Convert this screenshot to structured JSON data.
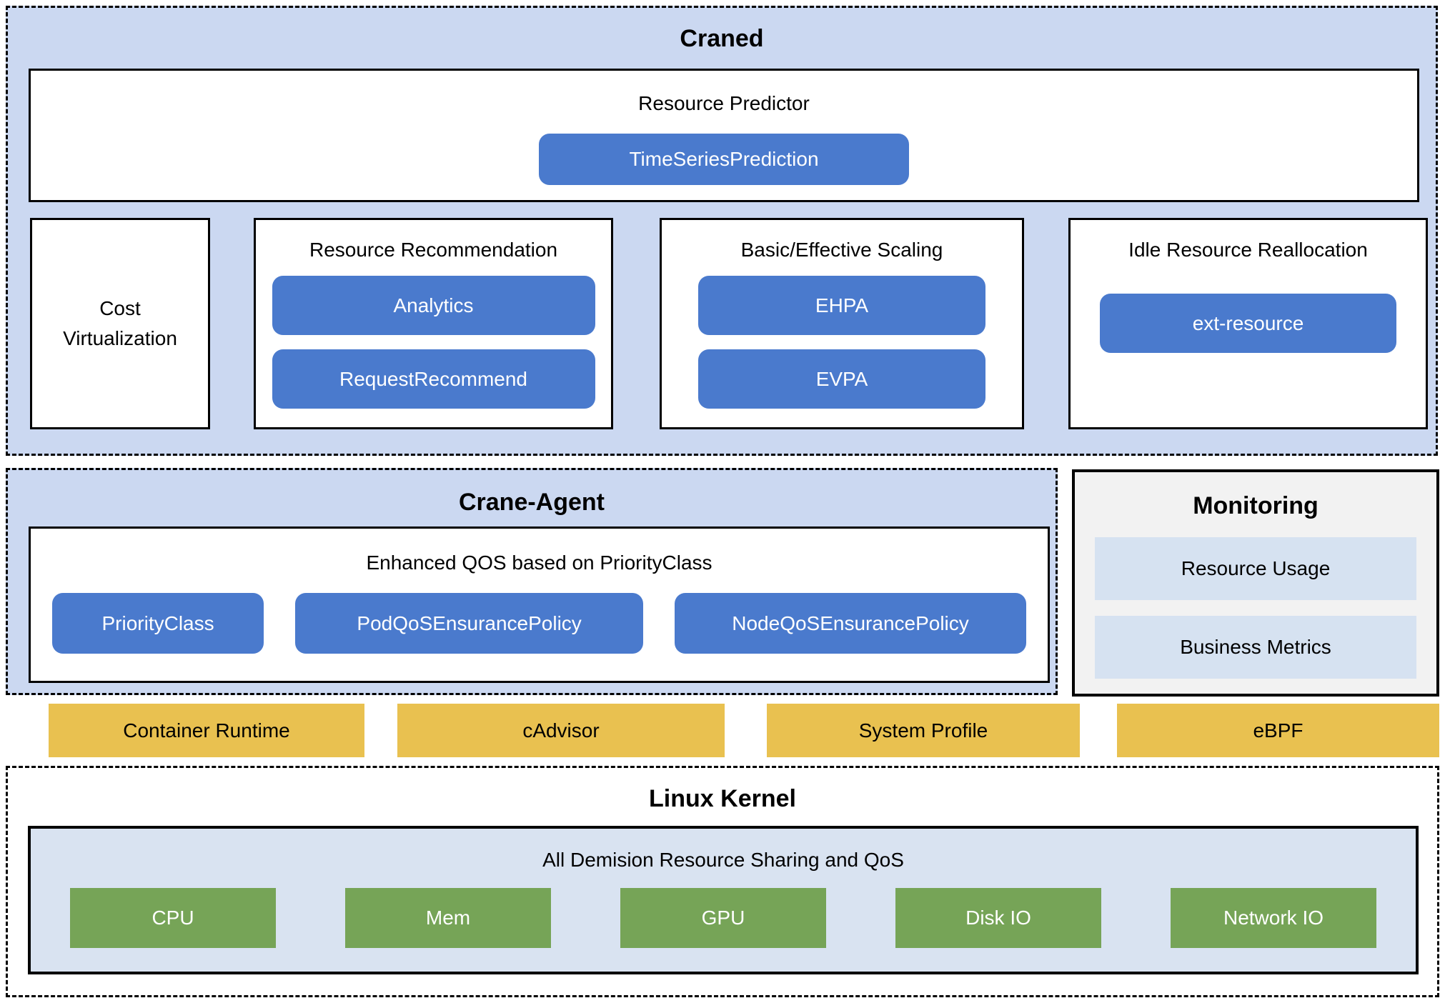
{
  "colors": {
    "section_bg": "#cbd8f1",
    "button_blue": "#4a7acd",
    "node_yellow": "#e9c150",
    "resource_green": "#76a457",
    "monitoring_bg": "#f2f2f2",
    "monitoring_item_bg": "#d6e2f1",
    "kernel_panel_bg": "#d9e3f1"
  },
  "craned": {
    "title": "Craned",
    "resource_predictor": {
      "title": "Resource Predictor",
      "button": "TimeSeriesPrediction"
    },
    "columns": [
      {
        "title": "Cost Virtualization",
        "buttons": []
      },
      {
        "title": "Resource Recommendation",
        "buttons": [
          "Analytics",
          "RequestRecommend"
        ]
      },
      {
        "title": "Basic/Effective Scaling",
        "buttons": [
          "EHPA",
          "EVPA"
        ]
      },
      {
        "title": "Idle Resource Reallocation",
        "buttons": [
          "ext-resource"
        ]
      }
    ]
  },
  "crane_agent": {
    "title": "Crane-Agent",
    "panel": {
      "title": "Enhanced QOS based on PriorityClass",
      "buttons": [
        "PriorityClass",
        "PodQoSEnsurancePolicy",
        "NodeQoSEnsurancePolicy"
      ]
    }
  },
  "monitoring": {
    "title": "Monitoring",
    "items": [
      "Resource Usage",
      "Business Metrics"
    ]
  },
  "node_components": [
    "Container Runtime",
    "cAdvisor",
    "System Profile",
    "eBPF"
  ],
  "linux_kernel": {
    "title": "Linux Kernel",
    "panel_title": "All Demision Resource Sharing and QoS",
    "resources": [
      "CPU",
      "Mem",
      "GPU",
      "Disk IO",
      "Network IO"
    ]
  }
}
